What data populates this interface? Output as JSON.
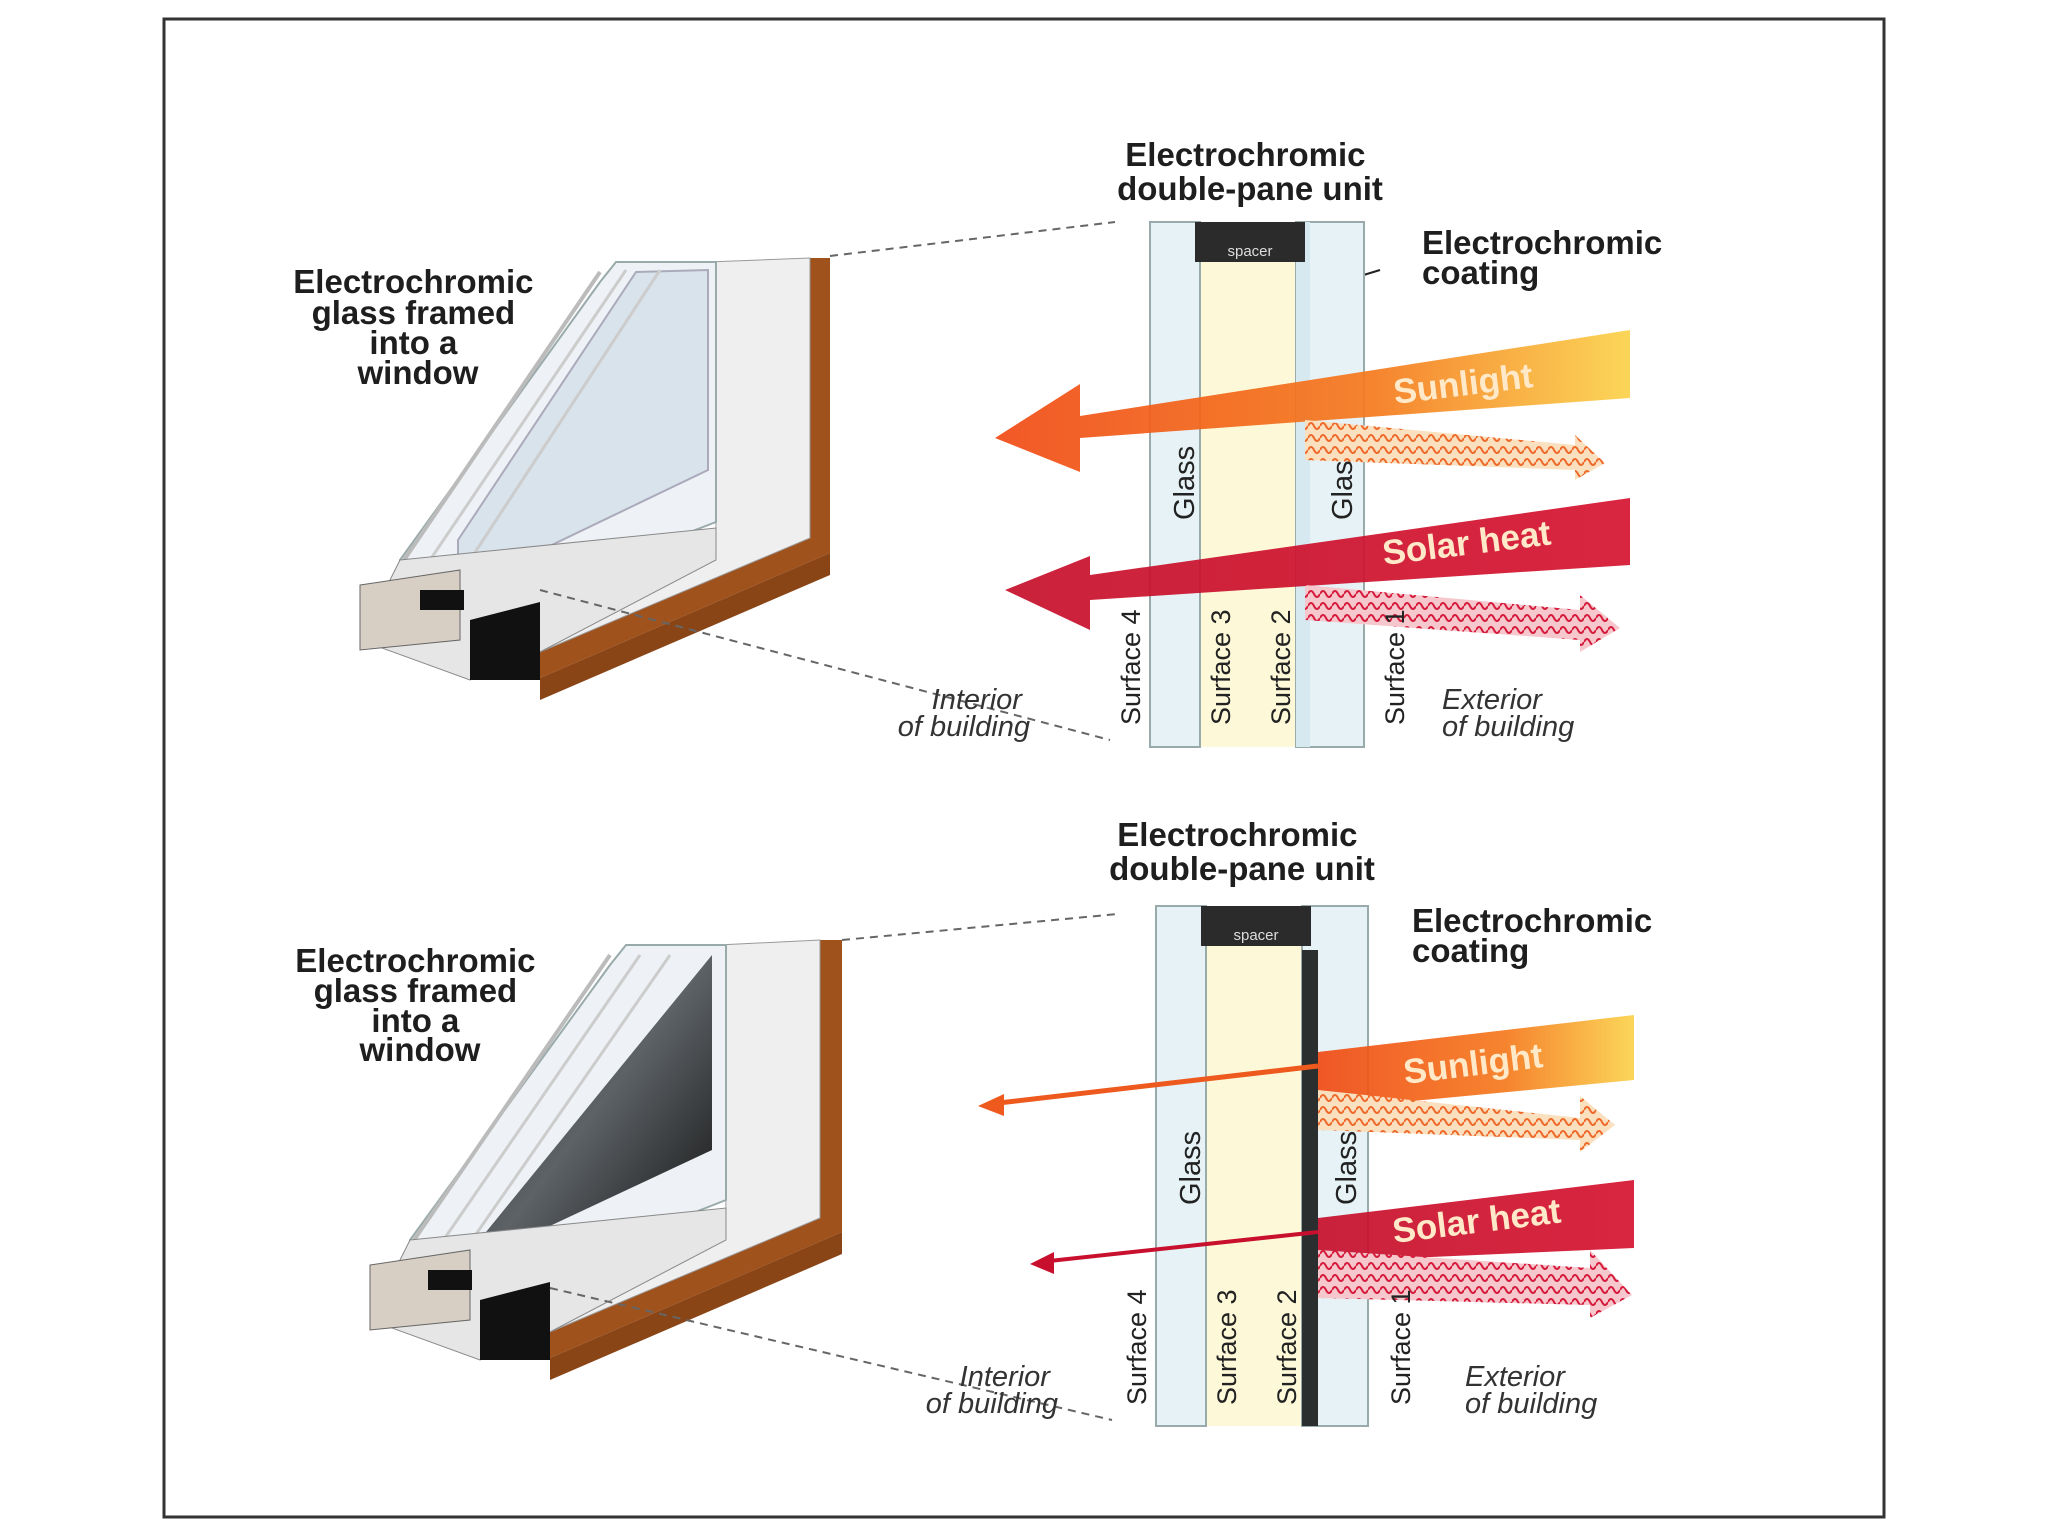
{
  "panels": [
    {
      "state": "clear",
      "unit_title": [
        "Electrochromic",
        "double-pane unit"
      ],
      "window_label": [
        "Electrochromic",
        "glass framed",
        "into a",
        "window"
      ],
      "coating_label": [
        "Electrochromic",
        "coating"
      ],
      "spacer": "spacer",
      "glass_labels": [
        "Glass",
        "Glass"
      ],
      "sunlight": "Sunlight",
      "solar_heat": "Solar heat",
      "surfaces": [
        "Surface 4",
        "Surface 3",
        "Surface 2",
        "Surface 1"
      ],
      "interior": [
        "Interior",
        "of building"
      ],
      "exterior": [
        "Exterior",
        "of building"
      ]
    },
    {
      "state": "tinted",
      "unit_title": [
        "Electrochromic",
        "double-pane unit"
      ],
      "window_label": [
        "Electrochromic",
        "glass framed",
        "into a",
        "window"
      ],
      "coating_label": [
        "Electrochromic",
        "coating"
      ],
      "spacer": "spacer",
      "glass_labels": [
        "Glass",
        "Glass"
      ],
      "sunlight": "Sunlight",
      "solar_heat": "Solar heat",
      "surfaces": [
        "Surface 4",
        "Surface 3",
        "Surface 2",
        "Surface 1"
      ],
      "interior": [
        "Interior",
        "of building"
      ],
      "exterior": [
        "Exterior",
        "of building"
      ]
    }
  ],
  "colors": {
    "frame_wood": "#a0521d",
    "sunlight_arrow": "#f26a1b",
    "solar_heat_arrow": "#d21630",
    "coating_tinted": "#2a2e2e",
    "gap_fill": "#fdf9d8"
  }
}
